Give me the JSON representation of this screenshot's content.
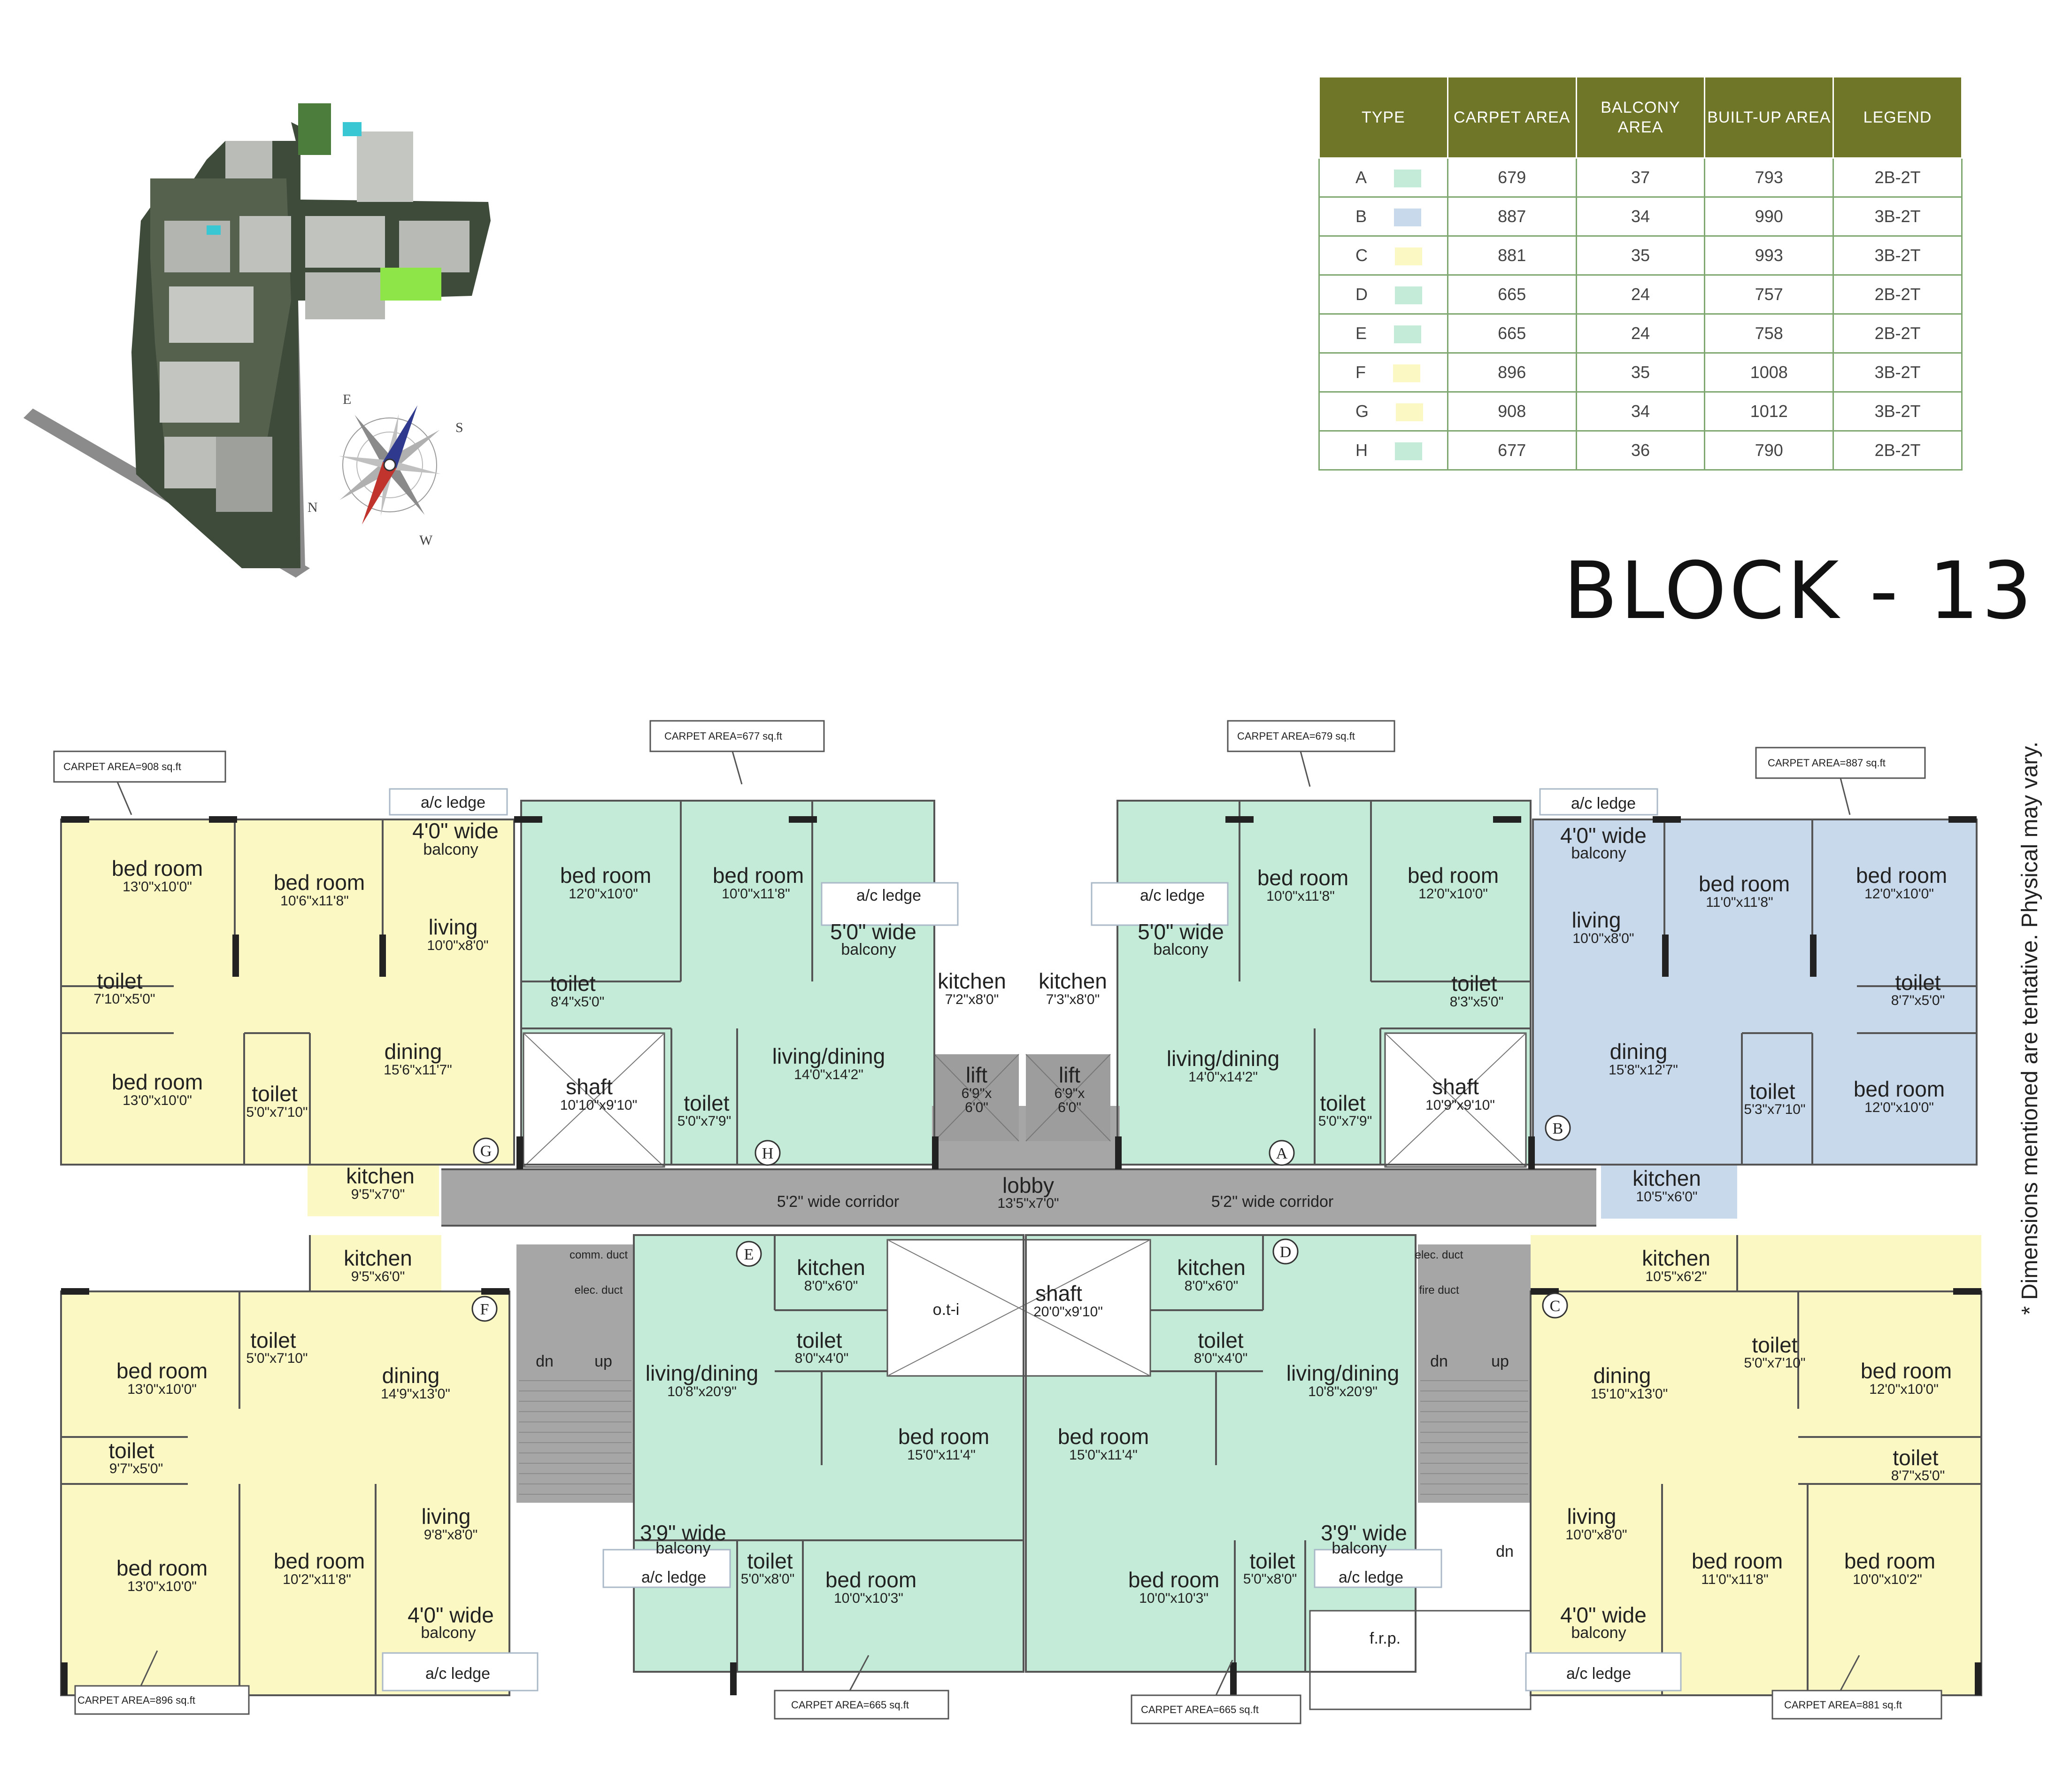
{
  "block_title": "BLOCK - 13",
  "disclaimer": "* Dimensions mentioned are tentative. Physical may vary.",
  "colors": {
    "type_2bhk_green": "#c3ebd7",
    "type_3bhk_blue": "#c9d9ec",
    "type_3bhk_yellow": "#fbf8c3",
    "table_header": "#6f7628",
    "lobby_grey": "#a6a6a6"
  },
  "table": {
    "headers": [
      "TYPE",
      "CARPET AREA",
      "BALCONY AREA",
      "BUILT-UP AREA",
      "LEGEND"
    ],
    "rows": [
      {
        "type": "A",
        "swatch": "#c3ebd7",
        "carpet": "679",
        "balcony": "37",
        "builtup": "793",
        "legend": "2B-2T"
      },
      {
        "type": "B",
        "swatch": "#c9d9ec",
        "carpet": "887",
        "balcony": "34",
        "builtup": "990",
        "legend": "3B-2T"
      },
      {
        "type": "C",
        "swatch": "#fbf8c3",
        "carpet": "881",
        "balcony": "35",
        "builtup": "993",
        "legend": "3B-2T"
      },
      {
        "type": "D",
        "swatch": "#c3ebd7",
        "carpet": "665",
        "balcony": "24",
        "builtup": "757",
        "legend": "2B-2T"
      },
      {
        "type": "E",
        "swatch": "#c3ebd7",
        "carpet": "665",
        "balcony": "24",
        "builtup": "758",
        "legend": "2B-2T"
      },
      {
        "type": "F",
        "swatch": "#fbf8c3",
        "carpet": "896",
        "balcony": "35",
        "builtup": "1008",
        "legend": "3B-2T"
      },
      {
        "type": "G",
        "swatch": "#fbf8c3",
        "carpet": "908",
        "balcony": "34",
        "builtup": "1012",
        "legend": "3B-2T"
      },
      {
        "type": "H",
        "swatch": "#c3ebd7",
        "carpet": "677",
        "balcony": "36",
        "builtup": "790",
        "legend": "2B-2T"
      }
    ]
  },
  "compass": {
    "e": "E",
    "s": "S",
    "n": "N",
    "w": "W"
  },
  "carpet_labels": {
    "g": "CARPET AREA=908 sq.ft",
    "h": "CARPET AREA=677 sq.ft",
    "a": "CARPET AREA=679 sq.ft",
    "b": "CARPET AREA=887 sq.ft",
    "f": "CARPET AREA=896 sq.ft",
    "e": "CARPET AREA=665 sq.ft",
    "d": "CARPET AREA=665 sq.ft",
    "c": "CARPET AREA=881 sq.ft"
  },
  "common": {
    "ac_ledge": "a/c ledge",
    "balcony": "balcony",
    "wide_4": "4'0\" wide",
    "wide_5": "5'0\" wide",
    "wide_39": "3'9\" wide",
    "lobby": "lobby",
    "lobby_dim": "13'5\"x7'0\"",
    "corridor": "5'2\" wide corridor",
    "lift": "lift",
    "lift_dim1": "6'9\"x",
    "lift_dim2": "6'0\"",
    "shaft": "shaft",
    "shaft_h_dim": "10'10\"x9'10\"",
    "shaft_a_dim": "10'9\"x9'10\"",
    "shaft_c_dim": "20'0\"x9'10\"",
    "oti": "o.t-i",
    "comm_duct": "comm. duct",
    "elec_duct": "elec. duct",
    "fire_duct": "fire duct",
    "dn": "dn",
    "up": "up",
    "frp": "f.r.p."
  },
  "rooms": {
    "g": {
      "bed1": {
        "name": "bed room",
        "dim": "13'0\"x10'0\""
      },
      "bed2": {
        "name": "bed room",
        "dim": "10'6\"x11'8\""
      },
      "bed3": {
        "name": "bed room",
        "dim": "13'0\"x10'0\""
      },
      "toilet1": {
        "name": "toilet",
        "dim": "7'10\"x5'0\""
      },
      "toilet2": {
        "name": "toilet",
        "dim": "5'0\"x7'10\""
      },
      "living": {
        "name": "living",
        "dim": "10'0\"x8'0\""
      },
      "dining": {
        "name": "dining",
        "dim": "15'6\"x11'7\""
      },
      "kitchen": {
        "name": "kitchen",
        "dim": "9'5\"x7'0\""
      },
      "letter": "G"
    },
    "h": {
      "bed1": {
        "name": "bed room",
        "dim": "12'0\"x10'0\""
      },
      "bed2": {
        "name": "bed room",
        "dim": "10'0\"x11'8\""
      },
      "toilet1": {
        "name": "toilet",
        "dim": "8'4\"x5'0\""
      },
      "toilet2": {
        "name": "toilet",
        "dim": "5'0\"x7'9\""
      },
      "living": {
        "name": "living/dining",
        "dim": "14'0\"x14'2\""
      },
      "kitchen": {
        "name": "kitchen",
        "dim": "7'2\"x8'0\""
      },
      "letter": "H"
    },
    "a": {
      "bed1": {
        "name": "bed room",
        "dim": "10'0\"x11'8\""
      },
      "bed2": {
        "name": "bed room",
        "dim": "12'0\"x10'0\""
      },
      "toilet1": {
        "name": "toilet",
        "dim": "8'3\"x5'0\""
      },
      "toilet2": {
        "name": "toilet",
        "dim": "5'0\"x7'9\""
      },
      "living": {
        "name": "living/dining",
        "dim": "14'0\"x14'2\""
      },
      "kitchen": {
        "name": "kitchen",
        "dim": "7'3\"x8'0\""
      },
      "letter": "A"
    },
    "b": {
      "bed1": {
        "name": "bed room",
        "dim": "11'0\"x11'8\""
      },
      "bed2": {
        "name": "bed room",
        "dim": "12'0\"x10'0\""
      },
      "bed3": {
        "name": "bed room",
        "dim": "12'0\"x10'0\""
      },
      "toilet1": {
        "name": "toilet",
        "dim": "8'7\"x5'0\""
      },
      "toilet2": {
        "name": "toilet",
        "dim": "5'3\"x7'10\""
      },
      "living": {
        "name": "living",
        "dim": "10'0\"x8'0\""
      },
      "dining": {
        "name": "dining",
        "dim": "15'8\"x12'7\""
      },
      "kitchen": {
        "name": "kitchen",
        "dim": "10'5\"x6'0\""
      },
      "letter": "B"
    },
    "f": {
      "bed1": {
        "name": "bed room",
        "dim": "13'0\"x10'0\""
      },
      "bed2": {
        "name": "bed room",
        "dim": "13'0\"x10'0\""
      },
      "bed3": {
        "name": "bed room",
        "dim": "10'2\"x11'8\""
      },
      "toilet1": {
        "name": "toilet",
        "dim": "5'0\"x7'10\""
      },
      "toilet2": {
        "name": "toilet",
        "dim": "9'7\"x5'0\""
      },
      "living": {
        "name": "living",
        "dim": "9'8\"x8'0\""
      },
      "dining": {
        "name": "dining",
        "dim": "14'9\"x13'0\""
      },
      "kitchen": {
        "name": "kitchen",
        "dim": "9'5\"x6'0\""
      },
      "letter": "F"
    },
    "e": {
      "bed1": {
        "name": "bed room",
        "dim": "15'0\"x11'4\""
      },
      "bed2": {
        "name": "bed room",
        "dim": "10'0\"x10'3\""
      },
      "toilet1": {
        "name": "toilet",
        "dim": "8'0\"x4'0\""
      },
      "toilet2": {
        "name": "toilet",
        "dim": "5'0\"x8'0\""
      },
      "living": {
        "name": "living/dining",
        "dim": "10'8\"x20'9\""
      },
      "kitchen": {
        "name": "kitchen",
        "dim": "8'0\"x6'0\""
      },
      "letter": "E"
    },
    "d": {
      "bed1": {
        "name": "bed room",
        "dim": "15'0\"x11'4\""
      },
      "bed2": {
        "name": "bed room",
        "dim": "10'0\"x10'3\""
      },
      "toilet1": {
        "name": "toilet",
        "dim": "8'0\"x4'0\""
      },
      "toilet2": {
        "name": "toilet",
        "dim": "5'0\"x8'0\""
      },
      "living": {
        "name": "living/dining",
        "dim": "10'8\"x20'9\""
      },
      "kitchen": {
        "name": "kitchen",
        "dim": "8'0\"x6'0\""
      },
      "letter": "D"
    },
    "c": {
      "bed1": {
        "name": "bed room",
        "dim": "12'0\"x10'0\""
      },
      "bed2": {
        "name": "bed room",
        "dim": "11'0\"x11'8\""
      },
      "bed3": {
        "name": "bed room",
        "dim": "10'0\"x10'2\""
      },
      "toilet1": {
        "name": "toilet",
        "dim": "5'0\"x7'10\""
      },
      "toilet2": {
        "name": "toilet",
        "dim": "8'7\"x5'0\""
      },
      "living": {
        "name": "living",
        "dim": "10'0\"x8'0\""
      },
      "dining": {
        "name": "dining",
        "dim": "15'10\"x13'0\""
      },
      "kitchen": {
        "name": "kitchen",
        "dim": "10'5\"x6'2\""
      },
      "letter": "C"
    }
  }
}
